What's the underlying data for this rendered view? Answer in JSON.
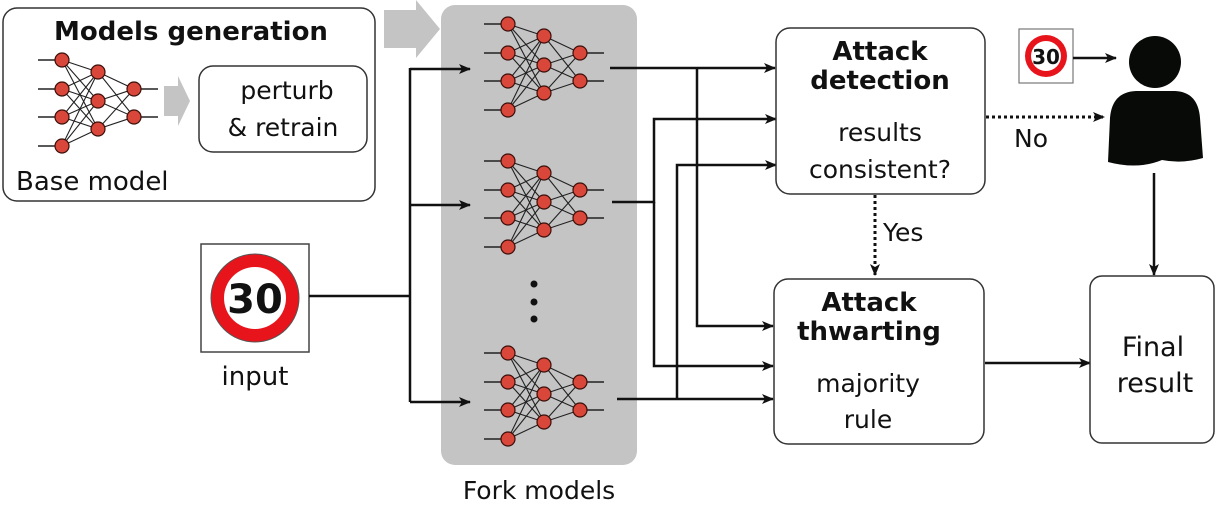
{
  "models_generation": {
    "title": "Models generation",
    "base_model_label": "Base model",
    "step_label_lines": [
      "perturb",
      "& retrain"
    ]
  },
  "input": {
    "label": "input",
    "sign_value": "30"
  },
  "fork_models": {
    "label": "Fork models",
    "count_shown": 3,
    "ellipsis": "⋮"
  },
  "attack_detection": {
    "title_lines": [
      "Attack",
      "detection"
    ],
    "body_lines": [
      "results",
      "consistent?"
    ]
  },
  "attack_thwarting": {
    "title_lines": [
      "Attack",
      "thwarting"
    ],
    "body_lines": [
      "majority",
      "rule"
    ]
  },
  "final_result": {
    "label_lines": [
      "Final",
      "result"
    ]
  },
  "human": {
    "sign_value": "30"
  },
  "edges": {
    "no_label": "No",
    "yes_label": "Yes"
  },
  "colors": {
    "neuron_fill": "#d9473a",
    "neuron_stroke": "#3a0f0a",
    "fork_panel": "#c4c4c4",
    "arrow_gray": "#c4c4c4",
    "sign_red": "#e8141c",
    "ink": "#111111"
  }
}
